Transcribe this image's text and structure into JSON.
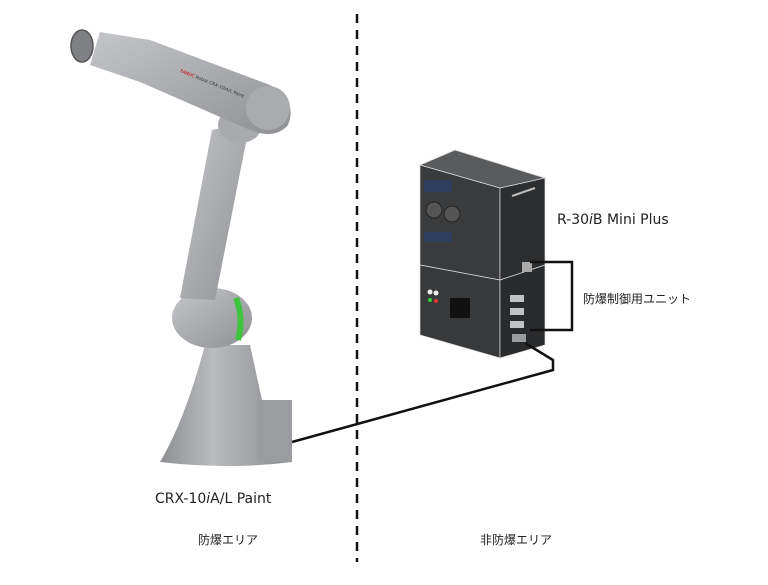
{
  "labels": {
    "controller": "R-30iB Mini Plus",
    "controller_parts": [
      "R-30",
      "i",
      "B Mini Plus"
    ],
    "control_unit": "防爆制御用ユニット",
    "robot_parts": [
      "CRX-10",
      "i",
      "A/L Paint"
    ],
    "robot": "CRX-10iA/L Paint",
    "explosion_proof_area": "防爆エリア",
    "non_explosion_proof_area": "非防爆エリア",
    "robot_arm_marking": "FANUC Robot CRX-10iA/L Paint"
  },
  "colors": {
    "robot_gray": "#a3a5a8",
    "accent_green": "#3ec43e",
    "controller_dark": "#3a3b3d",
    "line": "#111111"
  }
}
